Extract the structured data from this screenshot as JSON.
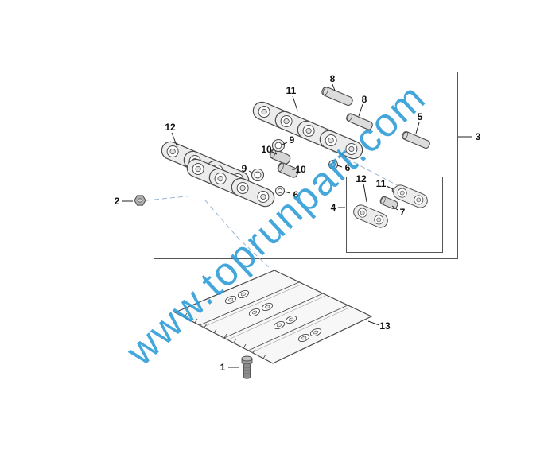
{
  "diagram": {
    "title": "track-link-assembly-parts-diagram",
    "watermark": {
      "text": "www.toprunpart.com",
      "color": "#2b9bd7"
    },
    "line_color": "#4a4a4a",
    "frame_color": "#555555",
    "callouts": {
      "c1": {
        "label": "1"
      },
      "c2": {
        "label": "2"
      },
      "c3": {
        "label": "3"
      },
      "c4": {
        "label": "4"
      },
      "c5": {
        "label": "5"
      },
      "c6a": {
        "label": "6"
      },
      "c6b": {
        "label": "6"
      },
      "c7": {
        "label": "7"
      },
      "c8a": {
        "label": "8"
      },
      "c8b": {
        "label": "8"
      },
      "c9a": {
        "label": "9"
      },
      "c9b": {
        "label": "9"
      },
      "c10a": {
        "label": "10"
      },
      "c10b": {
        "label": "10"
      },
      "c11a": {
        "label": "11"
      },
      "c11b": {
        "label": "11"
      },
      "c12a": {
        "label": "12"
      },
      "c12b": {
        "label": "12"
      },
      "c13": {
        "label": "13"
      }
    }
  }
}
